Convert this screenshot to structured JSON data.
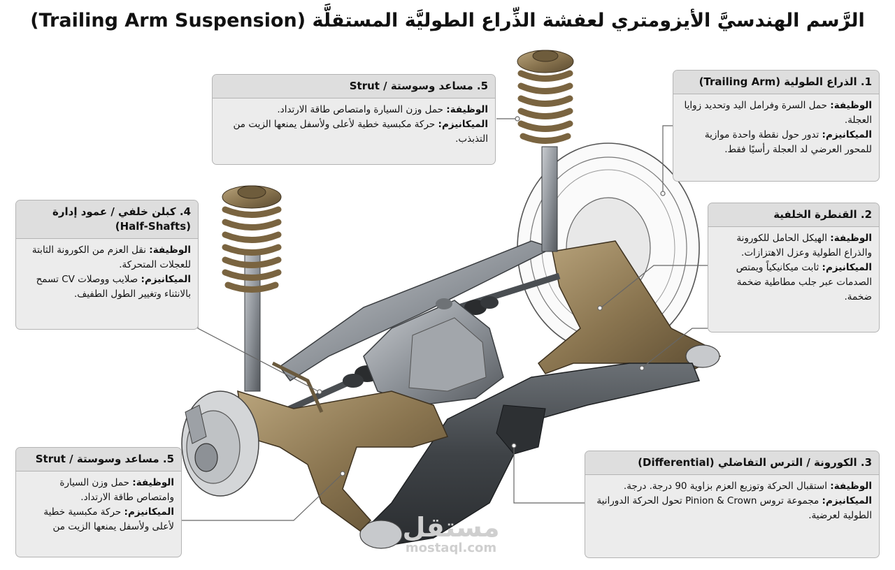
{
  "title": "الرَّسم الهندسيَّ الأيزومتري لعفشة الذِّراع الطوليَّة المستقلَّة (Trailing Arm Suspension)",
  "labels": {
    "function": "الوظيفة:",
    "mechanism": "الميكانيزم:"
  },
  "callouts": [
    {
      "id": "strut-top",
      "heading": "5. مساعد وسوستة / Strut",
      "function": "حمل وزن السيارة وامتصاص طاقة الارتداد.",
      "mechanism": "حركة مكبسية خطية لأعلى ولأسفل يمنعها الزيت من التذبذب."
    },
    {
      "id": "trailing-arm",
      "heading": "1. الذراع الطولية (Trailing Arm)",
      "function": "حمل السرة وفرامل اليد وتحديد زوايا العجلة.",
      "mechanism": "تدور حول نقطة واحدة موازية للمحور العرضي لد العجلة رأسيًا فقط."
    },
    {
      "id": "half-shafts",
      "heading": "4. كبلن خلفي / عمود إدارة (Half-Shafts)",
      "function": "نقل العزم من الكورونة الثابتة للعجلات المتحركة.",
      "mechanism": "صلايب ووصلات CV تسمح بالانثناء وتغيير الطول الطفيف."
    },
    {
      "id": "subframe",
      "heading": "2. القنطرة الخلفية",
      "function": "الهيكل الحامل للكورونة والذراع الطولية وعزل الاهتزازات.",
      "mechanism": "ثابت ميكانيكياً ويمتص الصدمات عبر جلب مطاطية ضخمة ضخمة."
    },
    {
      "id": "strut-bottom",
      "heading": "5. مساعد وسوستة / Strut",
      "function": "حمل وزن السيارة وامتصاص طاقة الارتداد.",
      "mechanism": "حركة مكبسية خطية لأعلى ولأسفل يمنعها الزيت من"
    },
    {
      "id": "differential",
      "heading": "3. الكورونة / الترس التفاضلي (Differential)",
      "function": "استقبال الحركة وتوزيع العزم بزاوية 90 درجة. درجة.",
      "mechanism": "مجموعة تروس Pinion & Crown تحول الحركة الدورانية الطولية لعرضية."
    }
  ],
  "watermark": {
    "arabic": "مستقل",
    "latin": "mostaql.com"
  },
  "colors": {
    "box_bg": "#ececec",
    "box_head": "#dedede",
    "box_border": "#b4b4b4",
    "arm_bronze": "#8a7550",
    "metal_grey": "#8f949a",
    "spring_bronze": "#9a8055"
  }
}
